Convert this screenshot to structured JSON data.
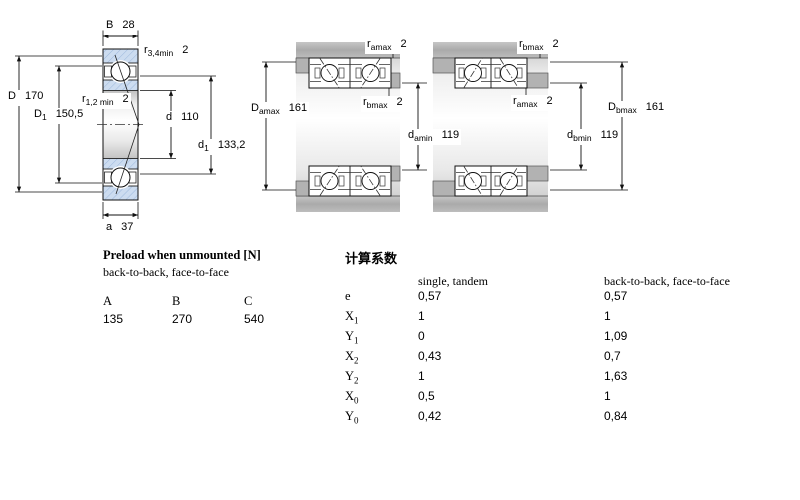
{
  "dims": {
    "left": {
      "B": {
        "base": "B",
        "sub": "",
        "value": "28"
      },
      "r34": {
        "base": "r",
        "sub": "3,4min",
        "value": "2"
      },
      "D": {
        "base": "D",
        "sub": "",
        "value": "170"
      },
      "D1": {
        "base": "D",
        "sub": "1",
        "value": "150,5"
      },
      "r12": {
        "base": "r",
        "sub": "1,2 min",
        "value": "2"
      },
      "d": {
        "base": "d",
        "sub": "",
        "value": "110"
      },
      "d1": {
        "base": "d",
        "sub": "1",
        "value": "133,2"
      },
      "a": {
        "base": "a",
        "sub": "",
        "value": "37"
      }
    },
    "middle": {
      "ramax": {
        "base": "r",
        "sub": "amax",
        "value": "2"
      },
      "Damax": {
        "base": "D",
        "sub": "amax",
        "value": "161"
      },
      "rbmax": {
        "base": "r",
        "sub": "bmax",
        "value": "2"
      },
      "damin": {
        "base": "d",
        "sub": "amin",
        "value": "119"
      }
    },
    "right": {
      "rbmax": {
        "base": "r",
        "sub": "bmax",
        "value": "2"
      },
      "ramax": {
        "base": "r",
        "sub": "amax",
        "value": "2"
      },
      "Dbmax": {
        "base": "D",
        "sub": "bmax",
        "value": "161"
      },
      "dbmin": {
        "base": "d",
        "sub": "bmin",
        "value": "119"
      }
    }
  },
  "preload": {
    "title": "Preload when unmounted [N]",
    "subtitle": "back-to-back, face-to-face",
    "columns": [
      "A",
      "B",
      "C"
    ],
    "values": [
      "135",
      "270",
      "540"
    ]
  },
  "factors": {
    "title": "计算系数",
    "col_single": "single, tandem",
    "col_pair": "back-to-back, face-to-face",
    "rows": [
      {
        "base": "e",
        "sub": "",
        "single": "0,57",
        "pair": "0,57"
      },
      {
        "base": "X",
        "sub": "1",
        "single": "1",
        "pair": "1"
      },
      {
        "base": "Y",
        "sub": "1",
        "single": "0",
        "pair": "1,09"
      },
      {
        "base": "X",
        "sub": "2",
        "single": "0,43",
        "pair": "0,7"
      },
      {
        "base": "Y",
        "sub": "2",
        "single": "1",
        "pair": "1,63"
      },
      {
        "base": "X",
        "sub": "0",
        "single": "0,5",
        "pair": "1"
      },
      {
        "base": "Y",
        "sub": "0",
        "single": "0,42",
        "pair": "0,84"
      }
    ]
  },
  "colors": {
    "ring_blue": "#ccdcf0",
    "hatch_blue": "#9db8dc",
    "housing_gray": "#b2b2b2",
    "line_black": "#111111"
  }
}
